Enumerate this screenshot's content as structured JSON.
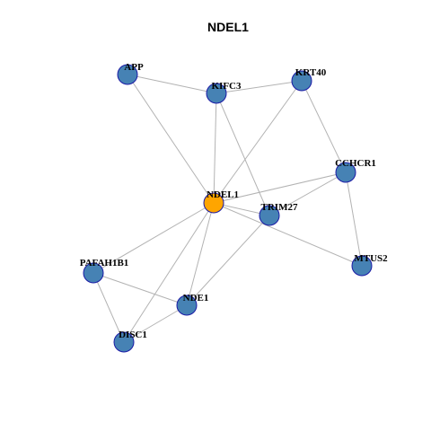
{
  "title": "NDEL1",
  "colors": {
    "center_node": "#FFA500",
    "neighbor_node": "#4682B4",
    "node_border": "#1A1AA6",
    "edge": "#B3B3B3"
  },
  "nodes": [
    {
      "id": "NDEL1",
      "label": "NDEL1",
      "role": "center"
    },
    {
      "id": "APP",
      "label": "APP",
      "role": "neighbor"
    },
    {
      "id": "KIFC3",
      "label": "KIFC3",
      "role": "neighbor"
    },
    {
      "id": "KRT40",
      "label": "KRT40",
      "role": "neighbor"
    },
    {
      "id": "CCHCR1",
      "label": "CCHCR1",
      "role": "neighbor"
    },
    {
      "id": "TRIM27",
      "label": "TRIM27",
      "role": "neighbor"
    },
    {
      "id": "MTUS2",
      "label": "MTUS2",
      "role": "neighbor"
    },
    {
      "id": "PAFAH1B1",
      "label": "PAFAH1B1",
      "role": "neighbor"
    },
    {
      "id": "NDE1",
      "label": "NDE1",
      "role": "neighbor"
    },
    {
      "id": "DISC1",
      "label": "DISC1",
      "role": "neighbor"
    }
  ],
  "edges": [
    [
      "APP",
      "KIFC3"
    ],
    [
      "APP",
      "NDEL1"
    ],
    [
      "KIFC3",
      "KRT40"
    ],
    [
      "KIFC3",
      "NDEL1"
    ],
    [
      "KIFC3",
      "TRIM27"
    ],
    [
      "KRT40",
      "NDEL1"
    ],
    [
      "KRT40",
      "CCHCR1"
    ],
    [
      "CCHCR1",
      "TRIM27"
    ],
    [
      "CCHCR1",
      "NDEL1"
    ],
    [
      "CCHCR1",
      "MTUS2"
    ],
    [
      "NDEL1",
      "TRIM27"
    ],
    [
      "NDEL1",
      "MTUS2"
    ],
    [
      "NDEL1",
      "PAFAH1B1"
    ],
    [
      "NDEL1",
      "NDE1"
    ],
    [
      "NDEL1",
      "DISC1"
    ],
    [
      "TRIM27",
      "NDE1"
    ],
    [
      "PAFAH1B1",
      "NDE1"
    ],
    [
      "PAFAH1B1",
      "DISC1"
    ],
    [
      "NDE1",
      "DISC1"
    ]
  ]
}
